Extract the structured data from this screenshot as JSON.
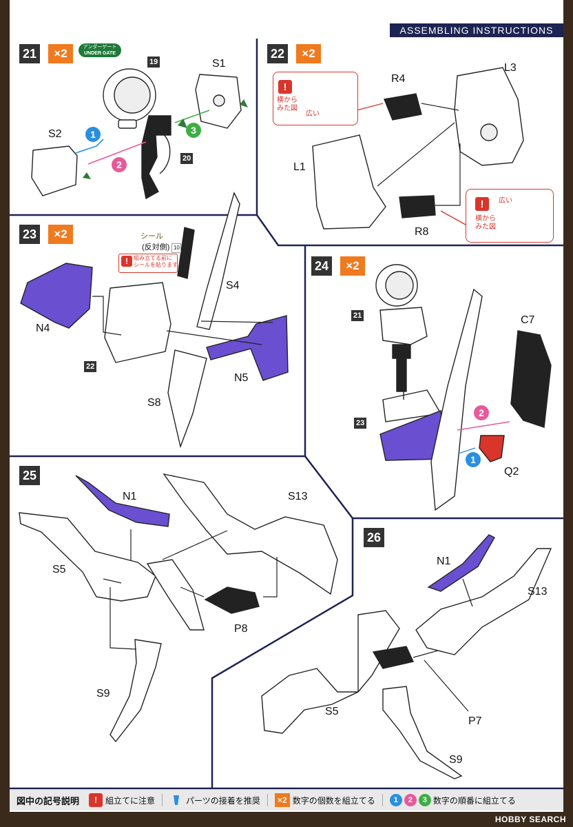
{
  "header": {
    "title": "ASSEMBLING INSTRUCTIONS"
  },
  "steps": {
    "s21": {
      "number": "21",
      "mult": "×2",
      "gate_line1": "アンダーゲート",
      "gate_line2": "UNDER GATE",
      "parts": {
        "p19": "19",
        "s1": "S1",
        "s2": "S2",
        "p20": "20"
      },
      "order": [
        "1",
        "2",
        "3"
      ]
    },
    "s22": {
      "number": "22",
      "mult": "×2",
      "parts": {
        "r4": "R4",
        "l3": "L3",
        "l1": "L1",
        "r8": "R8"
      },
      "note1": {
        "line1": "横から",
        "line2": "みた図",
        "wide": "広い"
      },
      "note2": {
        "line1": "横から",
        "line2": "みた図",
        "wide": "広い"
      }
    },
    "s23": {
      "number": "23",
      "mult": "×2",
      "sticker": {
        "label": "シール",
        "sub": "(反対側)",
        "num": "10"
      },
      "caution": {
        "line1": "組み立てる前に",
        "line2": "シールを貼ります。"
      },
      "parts": {
        "s4": "S4",
        "n4": "N4",
        "p22": "22",
        "n5": "N5",
        "s8": "S8"
      }
    },
    "s24": {
      "number": "24",
      "mult": "×2",
      "parts": {
        "p21": "21",
        "c7": "C7",
        "p23": "23",
        "q2": "Q2"
      },
      "order": [
        "1",
        "2"
      ]
    },
    "s25": {
      "number": "25",
      "parts": {
        "n1": "N1",
        "s13": "S13",
        "s5": "S5",
        "p8": "P8",
        "s9": "S9"
      }
    },
    "s26": {
      "number": "26",
      "parts": {
        "n1": "N1",
        "s13": "S13",
        "s5": "S5",
        "p7": "P7",
        "s9": "S9"
      }
    }
  },
  "legend": {
    "title": "図中の記号説明",
    "caution": "組立てに注意",
    "glue": "パーツの接着を推奨",
    "mult_icon": "×2",
    "mult": "数字の個数を組立てる",
    "order": "数字の順番に組立てる",
    "order_nums": [
      "1",
      "2",
      "3"
    ]
  },
  "watermark": "HOBBY SEARCH",
  "colors": {
    "accent_orange": "#f07a1e",
    "navy": "#1d2352",
    "purple_part": "#6a4fd0",
    "red_part": "#d9352b",
    "blue_order": "#2b8fe0",
    "pink_order": "#e8599a",
    "green_order": "#3fae45"
  }
}
